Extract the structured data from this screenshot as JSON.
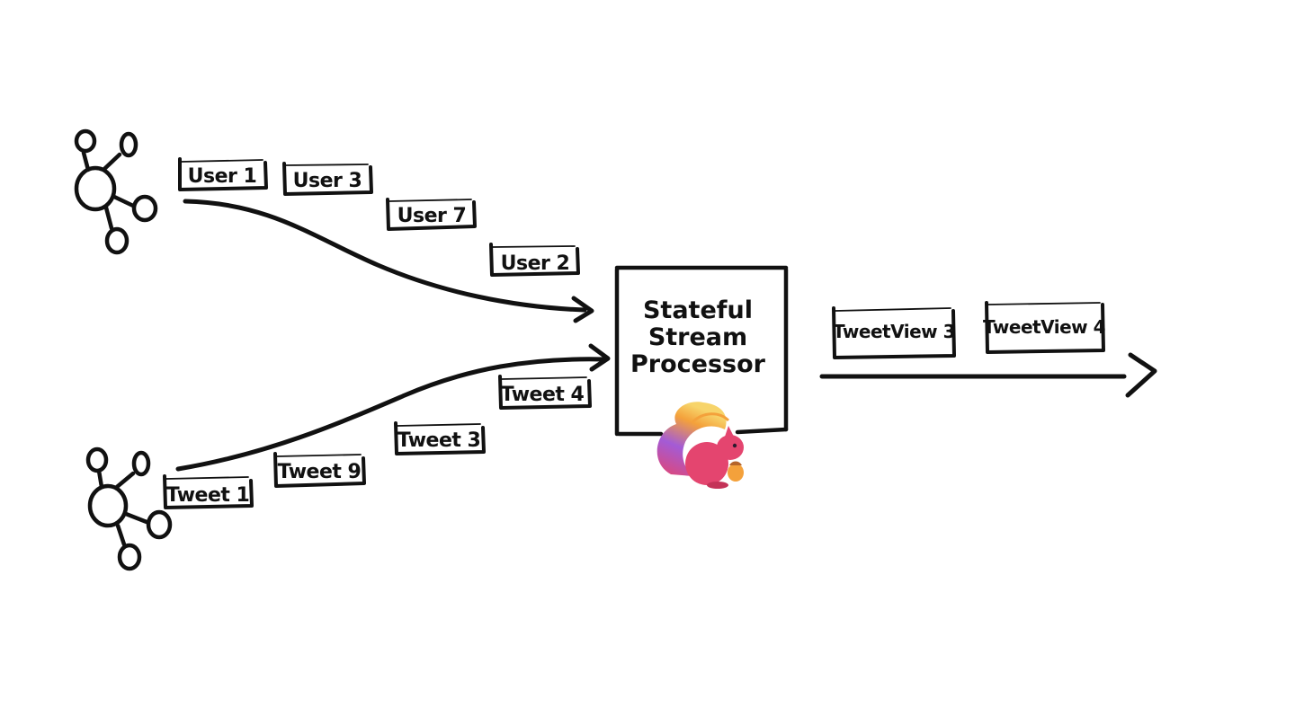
{
  "colors": {
    "ink": "#111111",
    "background": "#ffffff",
    "mascot_pink": "#e4456f",
    "mascot_purple": "#a35bd6",
    "mascot_orange": "#f4a13b"
  },
  "sources": [
    {
      "id": "user-stream-source",
      "icon": "network-graph-icon"
    },
    {
      "id": "tweet-stream-source",
      "icon": "network-graph-icon"
    }
  ],
  "user_events": [
    "User 1",
    "User 3",
    "User 7",
    "User 2"
  ],
  "tweet_events": [
    "Tweet 1",
    "Tweet 9",
    "Tweet 3",
    "Tweet 4"
  ],
  "processor": {
    "lines": [
      "Stateful",
      "Stream",
      "Processor"
    ],
    "mascot_icon": "squirrel-mascot-icon"
  },
  "output_events": [
    "TweetView 3",
    "TweetView 4"
  ]
}
